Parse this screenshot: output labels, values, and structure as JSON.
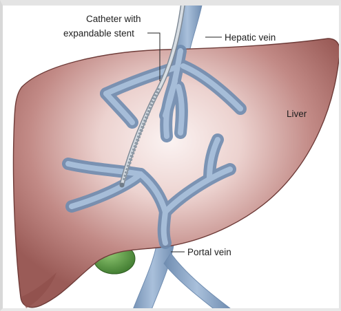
{
  "labels": {
    "catheter_line1": "Catheter with",
    "catheter_line2": "expandable stent",
    "hepatic_vein": "Hepatic vein",
    "liver": "Liver",
    "portal_vein": "Portal vein"
  },
  "colors": {
    "liver": "#a86a66",
    "liver_highlight": "#f6ebe9",
    "liver_outline": "#6e3b38",
    "vein": "#8fa9c8",
    "vein_edge": "#6f8cb0",
    "gallbladder": "#4f8c3e",
    "stent": "#b9c2cc"
  }
}
